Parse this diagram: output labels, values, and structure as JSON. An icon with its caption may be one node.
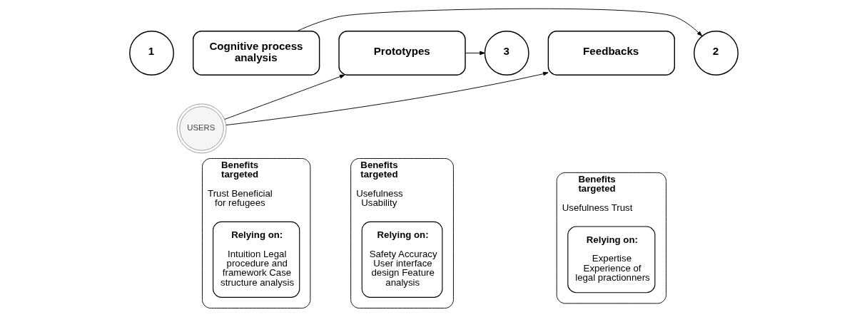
{
  "diagram": {
    "nodes": [
      {
        "text": [
          "1"
        ]
      },
      {
        "text": [
          "Cognitive process analysis"
        ]
      },
      {
        "text": [
          "2"
        ]
      },
      {
        "text": [
          "Prototypes"
        ]
      },
      {
        "text": [
          "3"
        ]
      },
      {
        "text": [
          "Feedbacks"
        ]
      },
      {
        "text": [
          "USERS"
        ]
      },
      {
        "text": [
          "Benefits targeted",
          "Trust Beneficial for refugees"
        ]
      },
      {
        "text": [
          "Relying on:",
          "Intuition Legal procedure and framework Case structure analysis"
        ],
        "in": 7
      },
      {
        "text": [
          "Benefits targeted",
          "Usefulness Usability"
        ]
      },
      {
        "text": [
          "Relying on:",
          "Safety Accuracy User interface design Feature analysis"
        ],
        "in": 9
      },
      {
        "text": [
          "Benefits targeted",
          "Usefulness Trust"
        ]
      },
      {
        "text": [
          "Relying on:",
          "Expertise Experience of legal practionners"
        ],
        "in": 11
      }
    ],
    "edges": [
      {
        "from": 1,
        "to": 2,
        "arrow": "to"
      },
      {
        "from": 3,
        "to": 4,
        "arrow": "to"
      },
      {
        "from": 6,
        "to": 3,
        "arrow": "to"
      },
      {
        "from": 6,
        "to": 5,
        "arrow": "to"
      }
    ]
  }
}
